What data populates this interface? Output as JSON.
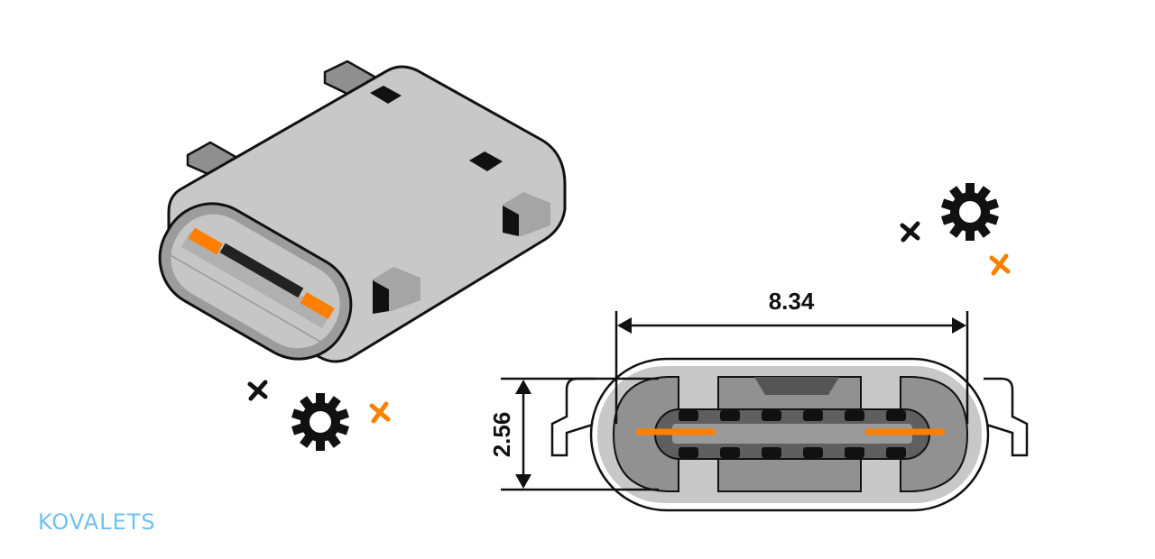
{
  "dimensions": {
    "width_label": "8.34",
    "height_label": "2.56"
  },
  "brand": {
    "logo_text": "KOVALETS"
  },
  "colors": {
    "accent": "#ff7f00",
    "body": "#c8c8c8",
    "logo": "#6ec0f0"
  }
}
